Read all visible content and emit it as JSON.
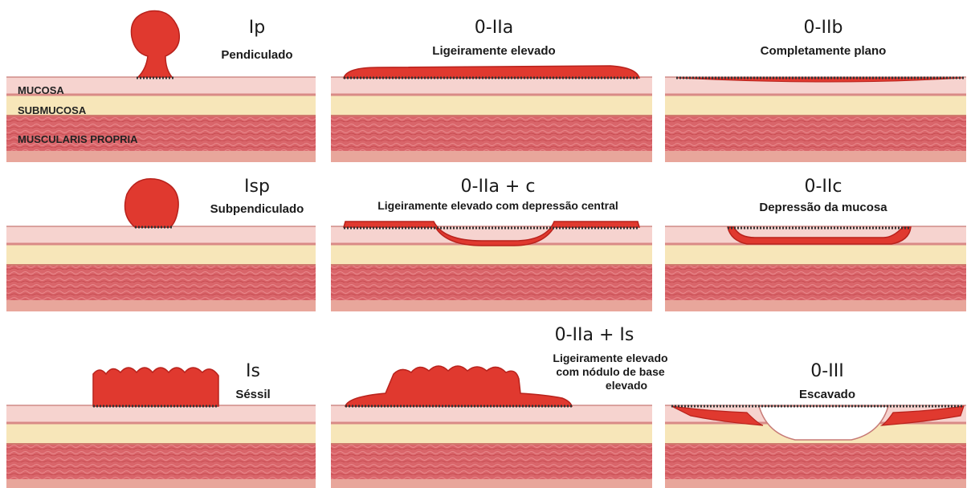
{
  "layer_labels": {
    "mucosa": "MUCOSA",
    "submucosa": "SUBMUCOSA",
    "muscularis": "MUSCULARIS PROPRIA"
  },
  "panels": [
    {
      "id": "ip",
      "code": "Ip",
      "description": "Pendiculado"
    },
    {
      "id": "0-iia",
      "code": "0-IIa",
      "description": "Ligeiramente elevado"
    },
    {
      "id": "0-iib",
      "code": "0-IIb",
      "description": "Completamente plano"
    },
    {
      "id": "isp",
      "code": "Isp",
      "description": "Subpendiculado"
    },
    {
      "id": "0-iia-c",
      "code": "0-IIa + c",
      "description": "Ligeiramente elevado com depressão central"
    },
    {
      "id": "0-iic",
      "code": "0-IIc",
      "description": "Depressão da mucosa"
    },
    {
      "id": "is",
      "code": "Is",
      "description": "Séssil"
    },
    {
      "id": "0-iia-is",
      "code": "0-IIa + Is",
      "description_lines": [
        "Ligeiramente elevado",
        "com nódulo de base",
        "elevado"
      ]
    },
    {
      "id": "0-iii",
      "code": "0-III",
      "description": "Escavado"
    }
  ],
  "colors": {
    "mucosa": "#f6d3cf",
    "mucosa_line": "#d98a86",
    "submucosa": "#f7e6b9",
    "muscularis": "#d9656a",
    "muscle_line": "#c4474d",
    "lesion": "#e0392f",
    "lesion_dark": "#b8221c"
  }
}
